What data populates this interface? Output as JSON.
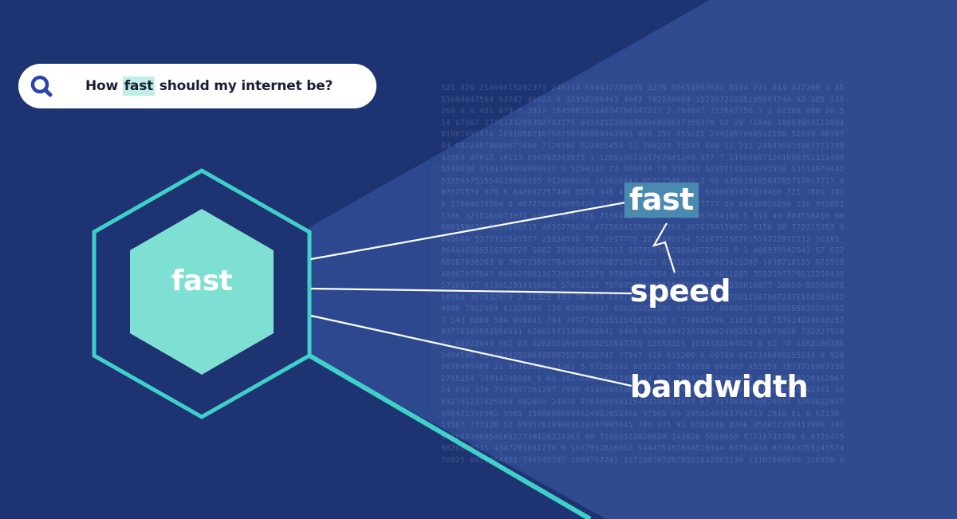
{
  "search": {
    "query_prefix": "How ",
    "query_highlight": "fast",
    "query_suffix": " should my internet be?",
    "icon": "search-icon"
  },
  "hexagon": {
    "label": "fast"
  },
  "related_terms": {
    "fast": "fast",
    "speed": "speed",
    "bandwidth": "bandwidth"
  },
  "colors": {
    "background": "#1e3372",
    "accent_teal": "#3fd0c9",
    "hex_fill": "#7ee0d2",
    "beam": "#2e4a8f",
    "highlight_box": "#4a8ab0",
    "search_highlight": "#bfeee6"
  }
}
